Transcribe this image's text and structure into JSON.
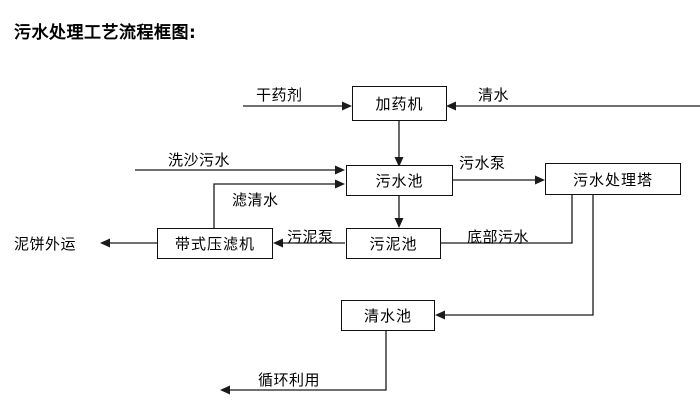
{
  "title": "污水处理工艺流程框图:",
  "nodes": {
    "dosing_machine": "加药机",
    "sewage_pool": "污水池",
    "sewage_treatment_tower": "污水处理塔",
    "belt_filter_press": "带式压滤机",
    "sludge_pool": "污泥池",
    "clean_water_pool": "清水池"
  },
  "edge_labels": {
    "dry_chemical": "干药剂",
    "clean_water_in": "清水",
    "sand_wash_sewage": "洗沙污水",
    "filtrate": "滤清水",
    "sewage_pump": "污水泵",
    "sludge_pump": "污泥泵",
    "bottom_sewage": "底部污水",
    "mud_cake_out": "泥饼外运",
    "recycle_use": "循环利用"
  },
  "colors": {
    "stroke": "#1a1a1a",
    "box_border": "#111111",
    "text": "#000000",
    "background": "#ffffff"
  }
}
